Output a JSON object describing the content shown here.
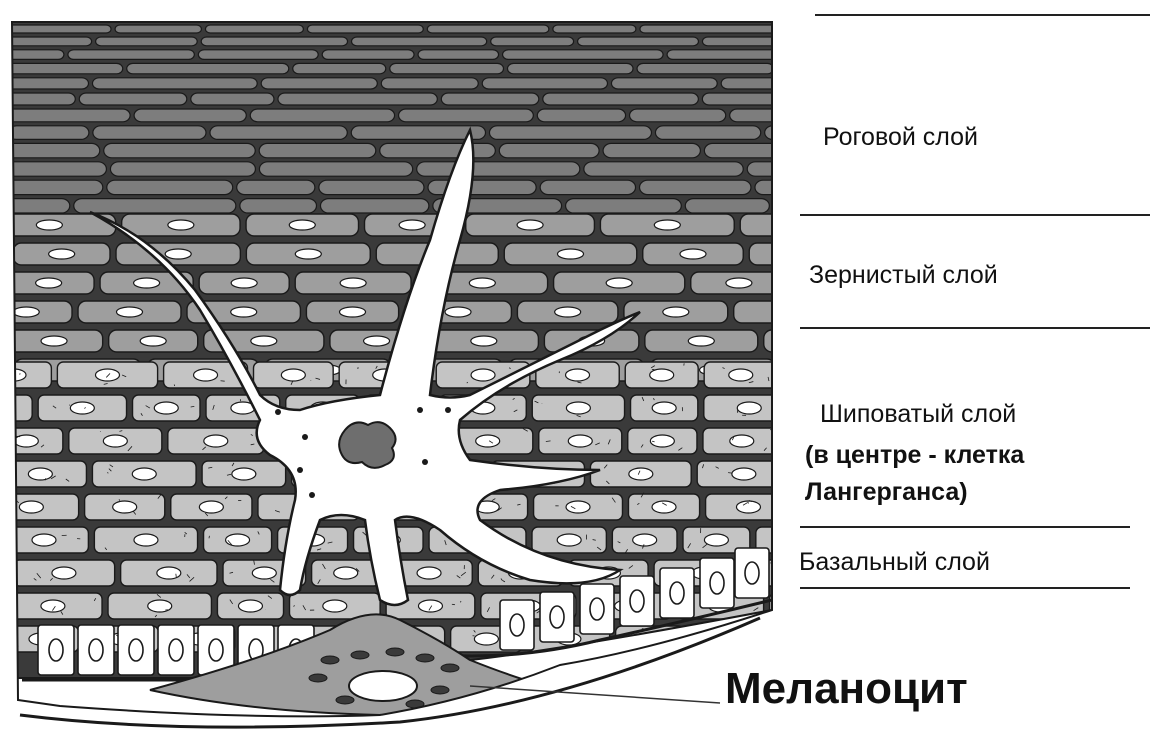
{
  "labels": {
    "stratum_corneum": "Роговой слой",
    "stratum_granulosum": "Зернистый слой",
    "stratum_spinosum_line1": "Шиповатый слой",
    "stratum_spinosum_line2": "(в центре - клетка",
    "stratum_spinosum_line3": "Лангерганса)",
    "stratum_basale": "Базальный слой",
    "melanocyte": "Меланоцит"
  },
  "colors": {
    "cell_fill_dark": "#7d7d7d",
    "cell_fill_mid": "#9e9e9e",
    "cell_fill_light": "#c4c4c4",
    "outline": "#1a1a1a",
    "background": "#ffffff"
  }
}
